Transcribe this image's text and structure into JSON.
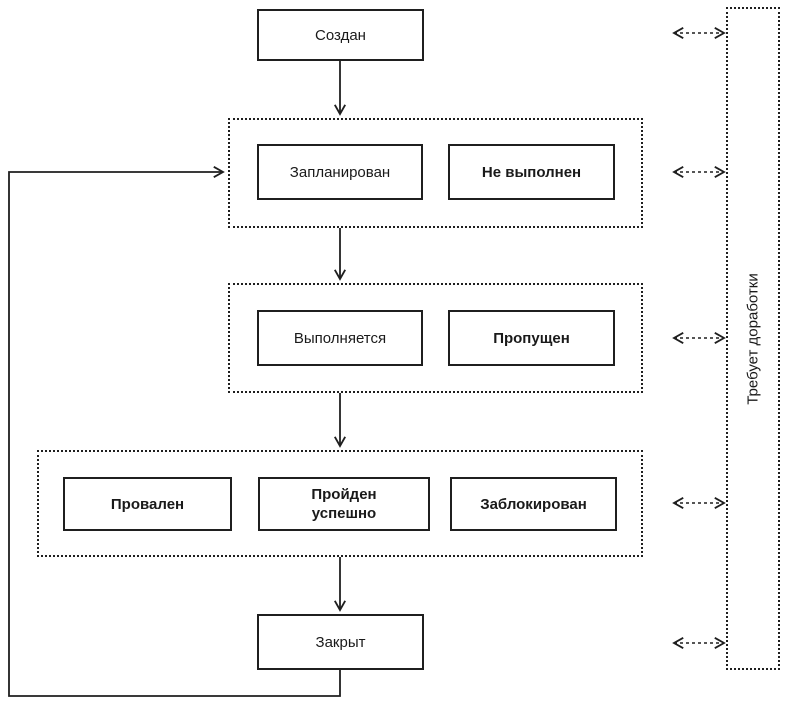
{
  "diagram": {
    "background": "#ffffff",
    "line_color": "#1f1f1f",
    "nodes": {
      "created": "Создан",
      "planned": "Запланирован",
      "not_executed": "Не выполнен",
      "in_progress": "Выполняется",
      "skipped": "Пропущен",
      "failed": "Провален",
      "passed": "Пройден успешно",
      "blocked": "Заблокирован",
      "closed": "Закрыт",
      "needs_rework": "Требует доработки"
    },
    "edges": [
      {
        "from": "created",
        "to": "planned-group",
        "style": "solid-arrow"
      },
      {
        "from": "planned-group",
        "to": "in-progress-group",
        "style": "solid-arrow"
      },
      {
        "from": "in-progress-group",
        "to": "result-group",
        "style": "solid-arrow"
      },
      {
        "from": "result-group",
        "to": "closed",
        "style": "solid-arrow"
      },
      {
        "from": "closed",
        "to": "planned-group",
        "style": "solid-arrow-loop-left"
      },
      {
        "from": "created",
        "to": "needs_rework",
        "style": "dashed-double-arrow"
      },
      {
        "from": "planned-group",
        "to": "needs_rework",
        "style": "dashed-double-arrow"
      },
      {
        "from": "in-progress-group",
        "to": "needs_rework",
        "style": "dashed-double-arrow"
      },
      {
        "from": "result-group",
        "to": "needs_rework",
        "style": "dashed-double-arrow"
      },
      {
        "from": "closed",
        "to": "needs_rework",
        "style": "dashed-double-arrow"
      }
    ]
  }
}
